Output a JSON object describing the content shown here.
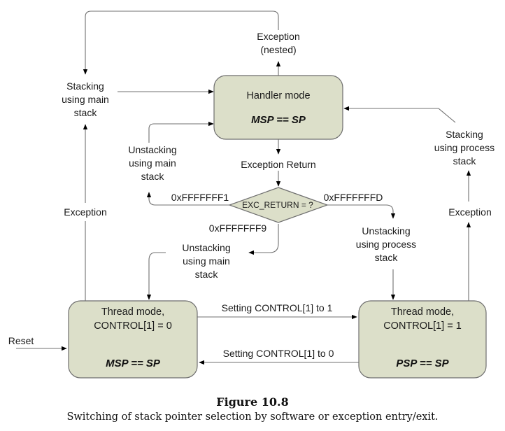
{
  "states": {
    "handler": {
      "title": "Handler mode",
      "eq": "MSP == SP"
    },
    "thread0": {
      "title_line1": "Thread mode,",
      "title_line2": "CONTROL[1] = 0",
      "eq": "MSP == SP"
    },
    "thread1": {
      "title_line1": "Thread mode,",
      "title_line2": "CONTROL[1] = 1",
      "eq": "PSP == SP"
    }
  },
  "decision": {
    "label": "EXC_RETURN = ?"
  },
  "labels": {
    "exception_nested": [
      "Exception",
      "(nested)"
    ],
    "stacking_main": [
      "Stacking",
      "using main",
      "stack"
    ],
    "stacking_process": [
      "Stacking",
      "using process",
      "stack"
    ],
    "unstacking_main_upper": [
      "Unstacking",
      "using main",
      "stack"
    ],
    "unstacking_main_lower": [
      "Unstacking",
      "using main",
      "stack"
    ],
    "unstacking_process": [
      "Unstacking",
      "using process",
      "stack"
    ],
    "exception_return": "Exception Return",
    "exception_left": "Exception",
    "exception_right": "Exception",
    "code_f1": "0xFFFFFFF1",
    "code_fd": "0xFFFFFFFD",
    "code_f9": "0xFFFFFFF9",
    "set_to_1": "Setting CONTROL[1] to 1",
    "set_to_0": "Setting CONTROL[1] to 0",
    "reset": "Reset"
  },
  "caption": {
    "title": "Figure 10.8",
    "text": "Switching of stack pointer selection by software or exception entry/exit."
  }
}
